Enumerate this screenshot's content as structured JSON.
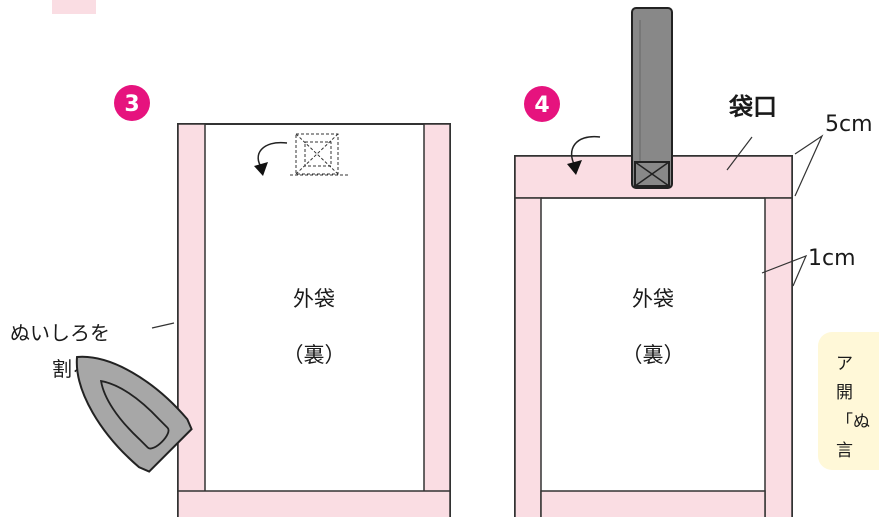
{
  "steps": [
    {
      "number": "3",
      "body_label": "外袋",
      "body_sublabel": "（裏）",
      "note_line1": "ぬいしろを",
      "note_line2": "割る"
    },
    {
      "number": "4",
      "body_label": "外袋",
      "body_sublabel": "（裏）",
      "opening_label": "袋口",
      "dim_top": "5cm",
      "dim_side": "1cm"
    }
  ],
  "tip_box": {
    "lines": [
      "ア",
      "開",
      "「ぬ",
      "言"
    ]
  },
  "colors": {
    "seam_pink": "#fadde3",
    "badge_magenta": "#e6137e",
    "strap_gray": "#888888",
    "iron_gray": "#a7a7a7",
    "tip_cream": "#fff8d8"
  }
}
